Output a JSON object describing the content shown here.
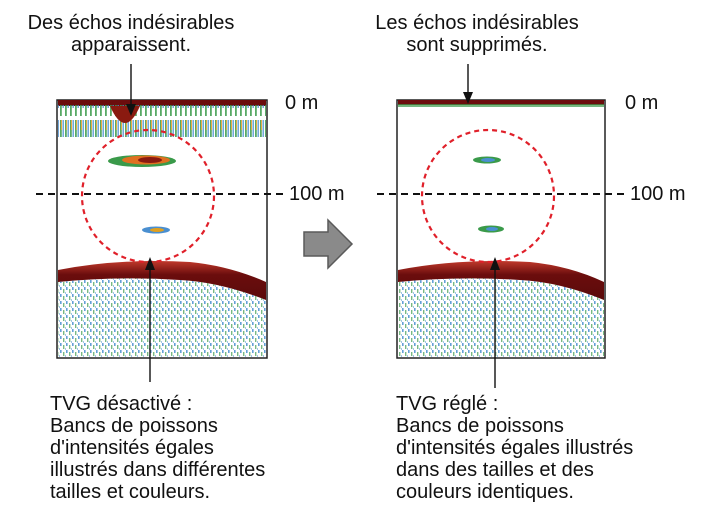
{
  "left_panel": {
    "top_caption": "Des échos indésirables\napparaissent.",
    "depth_top": "0 m",
    "depth_mid": "100 m",
    "bottom_caption": "TVG désactivé :\nBancs de poissons\nd'intensités égales\nillustrés dans différentes\ntailles et couleurs."
  },
  "right_panel": {
    "top_caption": "Les échos indésirables\nsont supprimés.",
    "depth_top": "0 m",
    "depth_mid": "100 m",
    "bottom_caption": "TVG réglé :\nBancs de poissons\nd'intensités égales illustrés\ndans des tailles et des\ncouleurs identiques."
  },
  "colors": {
    "seabed_dark": "#6b0d0d",
    "seabed_red": "#c0392b",
    "noise_green": "#3a9a4a",
    "noise_blue": "#4a8fd0",
    "fish_orange": "#e07020",
    "highlight_circle": "#e0202a",
    "arrow_gray": "#8a8a8a"
  }
}
